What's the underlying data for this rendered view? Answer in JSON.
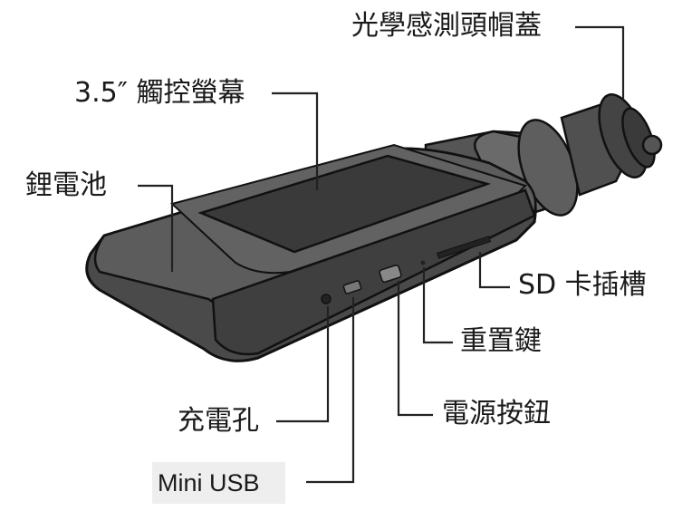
{
  "labels": {
    "sensor_cap": "光學感測頭帽蓋",
    "touchscreen": "3.5″ 觸控螢幕",
    "battery": "鋰電池",
    "sd_slot": "SD 卡插槽",
    "reset_button": "重置鍵",
    "power_button": "電源按鈕",
    "charge_port": "充電孔",
    "mini_usb": "Mini USB"
  },
  "colors": {
    "body_dark": "#4a4a4a",
    "body_mid": "#5c5c5c",
    "screen": "#3a3a3a",
    "outline": "#111111",
    "leader_line": "#222222"
  }
}
